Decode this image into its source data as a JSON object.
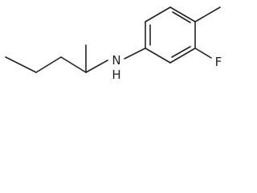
{
  "molecule": {
    "atoms": {
      "fluorine": "F",
      "nitrogen": "N",
      "hydrogen": "H"
    }
  }
}
